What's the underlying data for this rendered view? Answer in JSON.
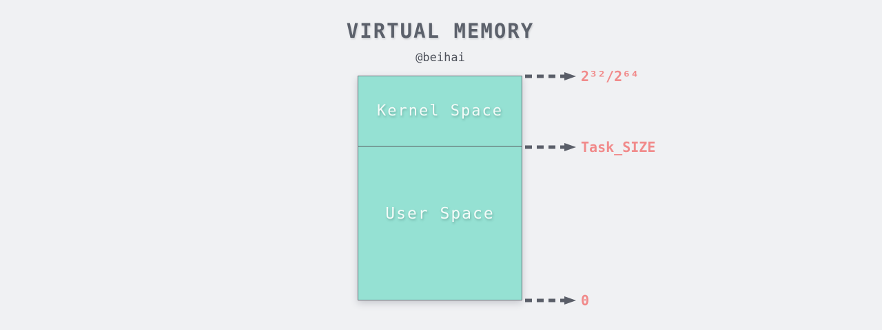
{
  "title": "VIRTUAL MEMORY",
  "author": "@beihai",
  "regions": [
    {
      "label": "Kernel Space"
    },
    {
      "label": "User Space"
    }
  ],
  "markers": [
    {
      "label": "2³²/2⁶⁴",
      "position": "top-of-address-space"
    },
    {
      "label": "Task_SIZE",
      "position": "kernel-user-boundary"
    },
    {
      "label": "0",
      "position": "bottom-of-address-space"
    }
  ],
  "colors": {
    "background": "#f0f1f3",
    "region_fill": "#95e1d3",
    "region_border": "#696e76",
    "region_text": "#f3fbf8",
    "arrow": "#5a5e68",
    "marker_label": "#f18a8a",
    "title_text": "#5c616b"
  }
}
